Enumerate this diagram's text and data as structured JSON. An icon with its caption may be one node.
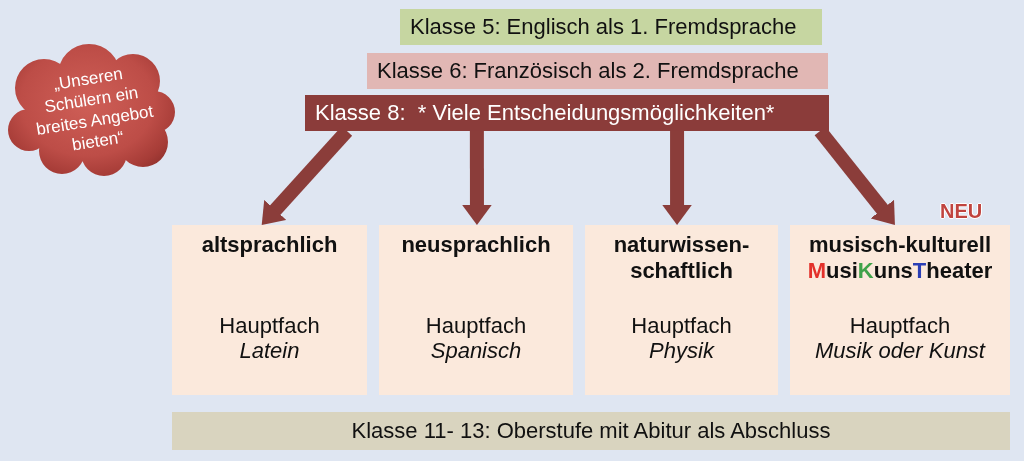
{
  "diagram": {
    "nodes": [
      {
        "text": [
          "Klasse 5: Englisch als 1. Fremdsprache"
        ]
      },
      {
        "text": [
          "Klasse 6: Französisch als 2. Fremdsprache"
        ]
      },
      {
        "text": [
          "Klasse 8:  * Viele Entscheidungsmöglichkeiten*"
        ]
      },
      {
        "text": [
          "„Unseren Schülern ein breites Angebot bieten“"
        ]
      },
      {
        "text": [
          "altsprachlich",
          "Hauptfach *Latein*"
        ]
      },
      {
        "text": [
          "neusprachlich",
          "Hauptfach *Spanisch*"
        ]
      },
      {
        "text": [
          "naturwissen- schaftlich",
          "Hauptfach *Physik*"
        ]
      },
      {
        "text": [
          "musisch-kulturell",
          "MusiKunsTheater",
          "Hauptfach *Musik oder Kunst*"
        ],
        "beside": [
          "NEU"
        ]
      },
      {
        "text": [
          "Klasse 11- 13: Oberstufe mit Abitur als Abschluss"
        ]
      }
    ],
    "edges": [
      {
        "from": 2,
        "to": 4,
        "arrow": "to"
      },
      {
        "from": 2,
        "to": 5,
        "arrow": "to"
      },
      {
        "from": 2,
        "to": 6,
        "arrow": "to"
      },
      {
        "from": 2,
        "to": 7,
        "arrow": "to"
      }
    ]
  }
}
